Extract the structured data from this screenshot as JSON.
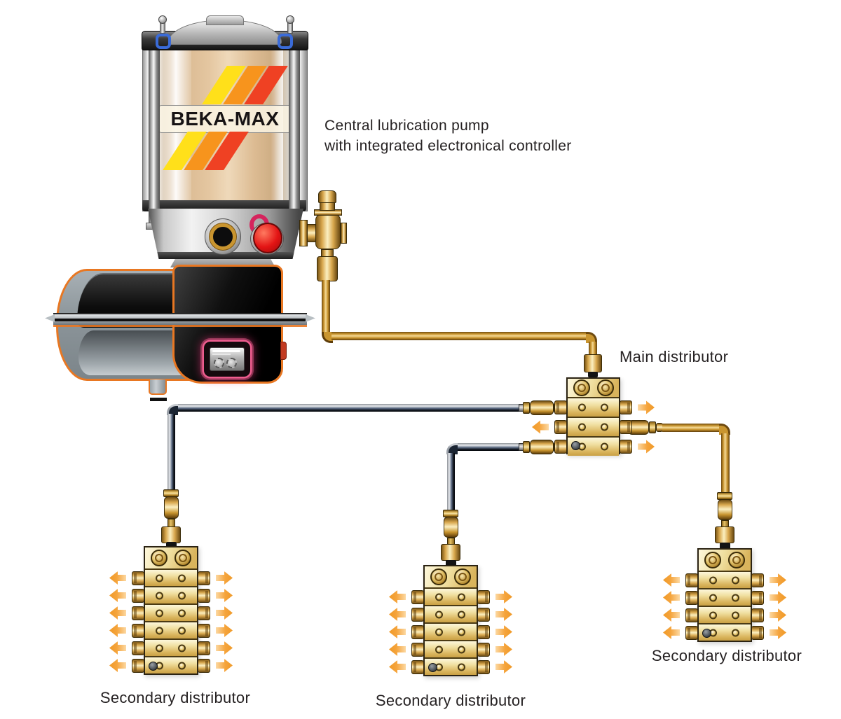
{
  "pump": {
    "brand": "BEKA-MAX",
    "label_line1": "Central lubrication pump",
    "label_line2": "with integrated electronical controller"
  },
  "main_distributor": {
    "label": "Main distributor",
    "outlet_rows": 3,
    "left_arrow_rows": [
      2
    ],
    "right_arrow_rows": [
      1,
      3
    ]
  },
  "secondary_distributors": [
    {
      "label": "Secondary distributor",
      "outlet_rows": 6,
      "left_arrow_rows": [
        1,
        2,
        3,
        4,
        5,
        6
      ],
      "right_arrow_rows": [
        1,
        2,
        3,
        4,
        5,
        6
      ]
    },
    {
      "label": "Secondary distributor",
      "outlet_rows": 5,
      "left_arrow_rows": [
        1,
        2,
        3,
        4,
        5
      ],
      "right_arrow_rows": [
        1,
        2,
        3,
        4,
        5
      ]
    },
    {
      "label": "Secondary distributor",
      "outlet_rows": 4,
      "left_arrow_rows": [
        1,
        2,
        3,
        4
      ],
      "right_arrow_rows": [
        1,
        2,
        3,
        4
      ]
    }
  ],
  "colors": {
    "arrow_orange": "#F5A43C",
    "brass_light": "#FBF1C8",
    "brass_mid": "#D9B45C",
    "brass_dark": "#8A6420",
    "pump_outline_orange": "#E87722",
    "logo_stripe_yellow": "#FFE01A",
    "logo_stripe_orange": "#F7941D",
    "logo_stripe_red": "#EF4123",
    "pipe_gold": "#C9952F",
    "pipe_black": "#1B2533"
  }
}
